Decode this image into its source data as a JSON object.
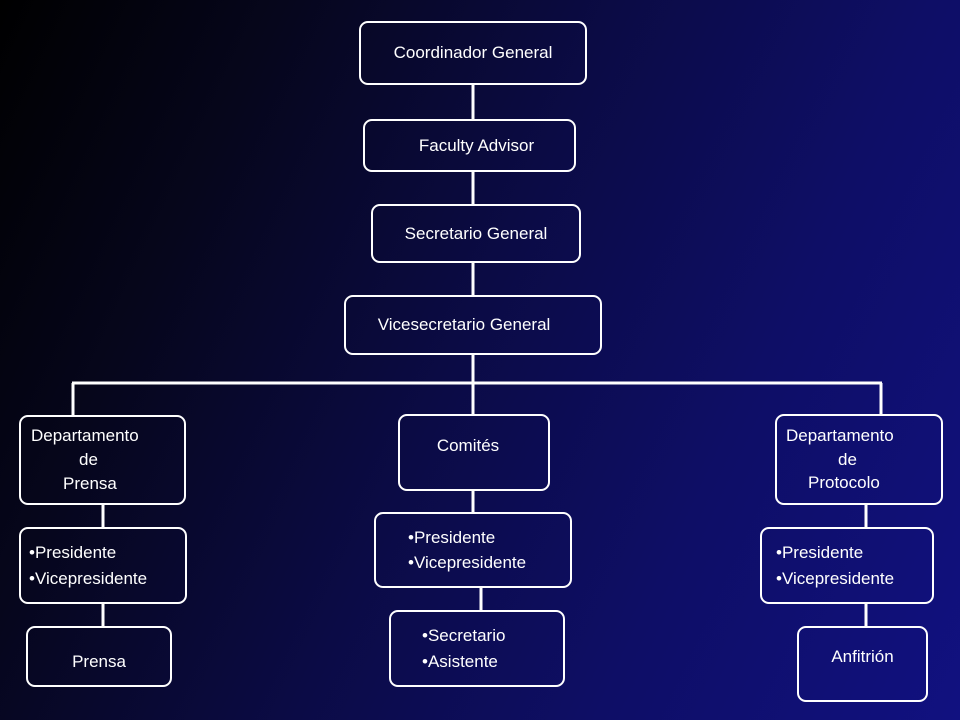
{
  "org_chart": {
    "coordinator": "Coordinador General",
    "advisor": "Faculty Advisor",
    "secretary_general": "Secretario General",
    "vice_secretary_general": "Vicesecretario General",
    "press_department": {
      "lines": [
        "Departamento",
        "de",
        "Prensa"
      ],
      "officers": [
        "Presidente",
        "Vicepresidente"
      ],
      "unit": "Prensa"
    },
    "committees": {
      "label": "Comités",
      "officers": [
        "Presidente",
        "Vicepresidente"
      ],
      "staff": [
        "Secretario",
        "Asistente"
      ]
    },
    "protocol_department": {
      "lines": [
        "Departamento",
        "de",
        "Protocolo"
      ],
      "officers": [
        "Presidente",
        "Vicepresidente"
      ],
      "unit": "Anfitrión"
    }
  },
  "colors": {
    "text": "#ffffff",
    "border": "#ffffff",
    "background_dark": "#000000",
    "background_blue": "#111180"
  }
}
